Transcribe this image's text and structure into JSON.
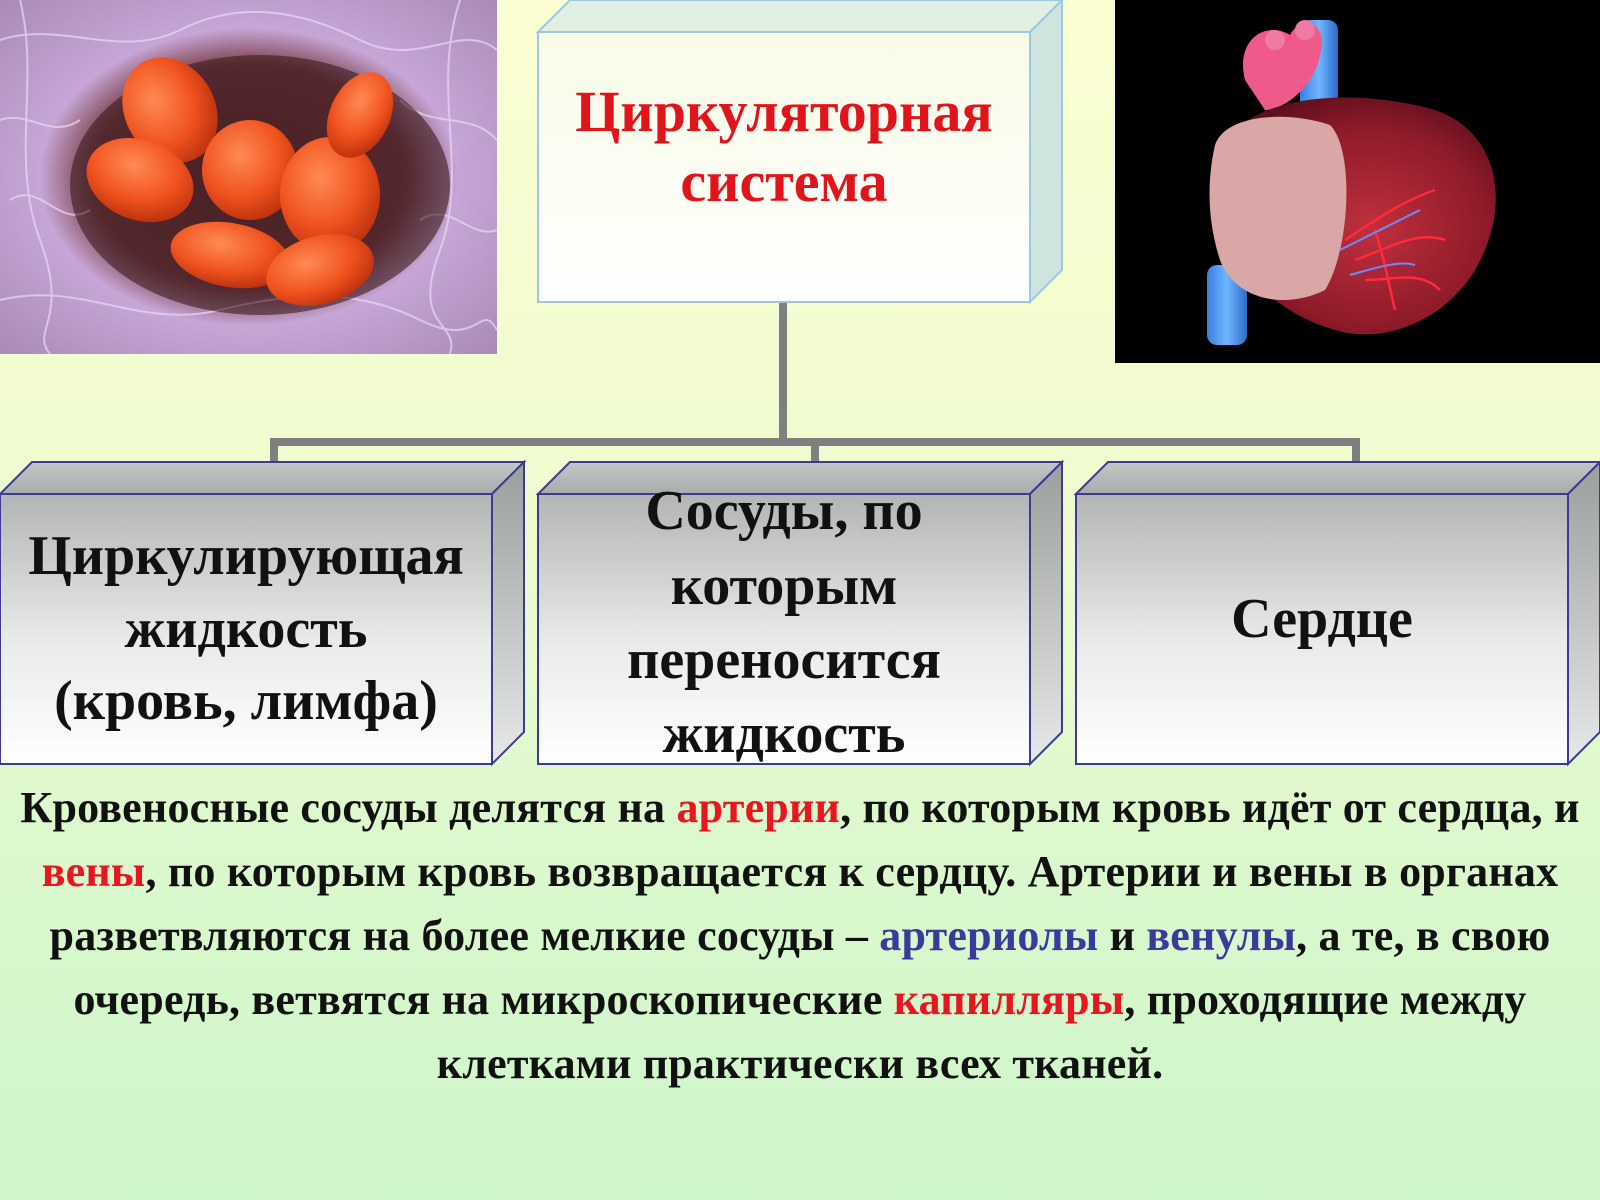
{
  "diagram": {
    "root": {
      "line1": "Циркуляторная",
      "line2": "система"
    },
    "children": [
      {
        "lines": [
          "Циркулирующая",
          "жидкость",
          "(кровь, лимфа)"
        ]
      },
      {
        "lines": [
          "Сосуды, по",
          "которым",
          "переносится",
          "жидкость"
        ]
      },
      {
        "lines": [
          "Сердце"
        ]
      }
    ]
  },
  "description": {
    "s1": "Кровеносные сосуды делятся на ",
    "arteries": "артерии",
    "s2": ", по которым кровь идёт от сердца, и ",
    "veins": "вены",
    "s3": ", по которым кровь возвращается к сердцу. Артерии и вены в органах разветвляются на более мелкие сосуды – ",
    "arterioles": "артериолы",
    "s4": " и ",
    "venules": "венулы",
    "s5": ", а те, в свою очередь, ветвятся на микроскопические ",
    "capillaries": "капилляры",
    "s6": ", проходящие между клетками практически всех тканей."
  },
  "colors": {
    "title_text": "#e0141b",
    "highlight_red": "#e8161e",
    "highlight_blue": "#3a3a9c",
    "connector": "#7f7f7f",
    "box_border": "#3b3b8f"
  }
}
